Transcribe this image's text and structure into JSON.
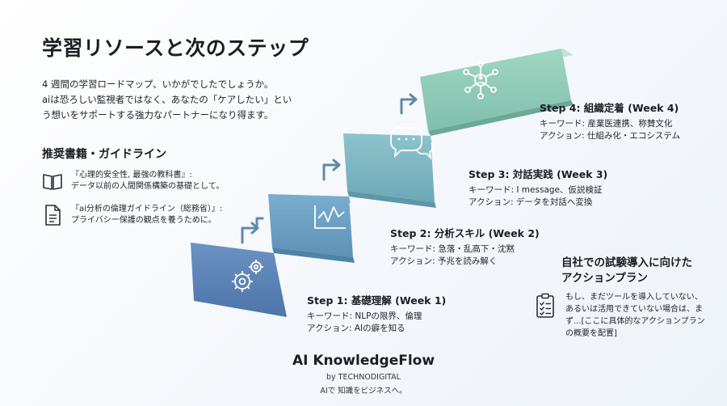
{
  "page": {
    "title": "学習リソースと次のステップ",
    "intro_lines": [
      "4 週間の学習ロードマップ、いかがでしたでしょうか。",
      "aiは恐ろしい監視者ではなく、あなたの「ケアしたい」とい",
      "う想いをサポートする強力なパートナーになり得ます。"
    ]
  },
  "books": {
    "heading": "推奨書籍・ガイドライン",
    "items": [
      {
        "icon": "book-icon",
        "lines": [
          "『心理的安全性, 最強の教科書』:",
          "データ以前の人間関係構築の基礎として。"
        ]
      },
      {
        "icon": "document-icon",
        "lines": [
          "『ai分析の倫理ガイドライン（総務省）』:",
          "プライバシー保護の観点を養うために。"
        ]
      }
    ]
  },
  "steps": [
    {
      "title": "Step 1: 基礎理解 (Week 1)",
      "keyword": "キーワード: NLPの限界、倫理",
      "action": "アクション: AIの癖を知る",
      "icon": "gears-icon"
    },
    {
      "title": "Step 2: 分析スキル (Week 2)",
      "keyword": "キーワード: 急落・乱高下・沈黙",
      "action": "アクション: 予兆を読み解く",
      "icon": "line-chart-icon"
    },
    {
      "title": "Step 3: 対話実践 (Week 3)",
      "keyword": "キーワード: I message、仮説検証",
      "action": "アクション: データを対話へ変換",
      "icon": "chat-bubbles-icon"
    },
    {
      "title": "Step 4: 組織定着 (Week 4)",
      "keyword": "キーワード: 産業医連携、称賛文化",
      "action": "アクション: 仕組み化・エコシステム",
      "icon": "network-icon"
    }
  ],
  "trial": {
    "heading_lines": [
      "自社での試験導入に向けた",
      "アクションプラン"
    ],
    "icon": "checklist-icon",
    "lines": [
      "もし、まだツールを導入していない、",
      "あるいは活用できていない場合は、ま",
      "ず...[ここに具体的なアクションプラン",
      "の概要を配置]"
    ]
  },
  "footer": {
    "brand": "AI KnowledgeFlow",
    "by": "by TECHNODIGITAL",
    "tagline": "AIで 知識をビジネスへ。"
  },
  "colors": {
    "step1": "#5b82b6",
    "step2": "#6b9fc0",
    "step3": "#7cb6c2",
    "step4": "#8fcab5",
    "arrow": "#5f8aa8"
  }
}
